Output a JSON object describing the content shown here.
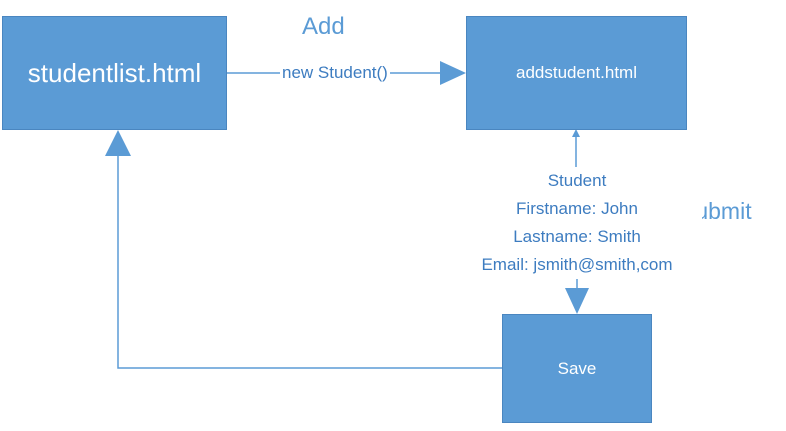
{
  "nodes": {
    "studentlist": "studentlist.html",
    "addstudent": "addstudent.html",
    "save": "Save"
  },
  "labels": {
    "add": "Add",
    "new_student": "new Student()",
    "submit": "Submit"
  },
  "student_card": {
    "title": "Student",
    "firstname": "Firstname: John",
    "lastname": "Lastname: Smith",
    "email": "Email: jsmith@smith,com"
  },
  "colors": {
    "box_fill": "#5b9bd5",
    "line": "#5b9bd5",
    "label_text": "#3d7cc0"
  }
}
